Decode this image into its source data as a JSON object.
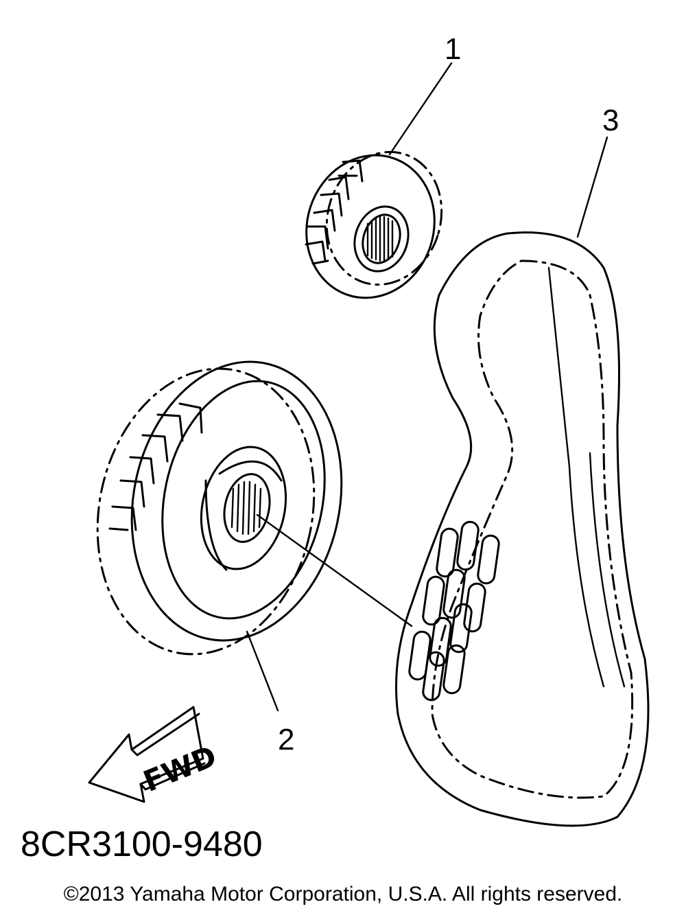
{
  "diagram": {
    "callouts": [
      {
        "id": "1",
        "label": "1"
      },
      {
        "id": "2",
        "label": "2"
      },
      {
        "id": "3",
        "label": "3"
      }
    ],
    "direction_label": "FWD",
    "diagram_number": "8CR3100-9480",
    "copyright": "©2013 Yamaha Motor Corporation, U.S.A. All rights reserved."
  },
  "parts": [
    {
      "callout": "1",
      "name": "small-sprocket"
    },
    {
      "callout": "2",
      "name": "large-sprocket"
    },
    {
      "callout": "3",
      "name": "drive-belt-with-chain"
    }
  ],
  "colors": {
    "line": "#000000",
    "background": "#ffffff"
  }
}
